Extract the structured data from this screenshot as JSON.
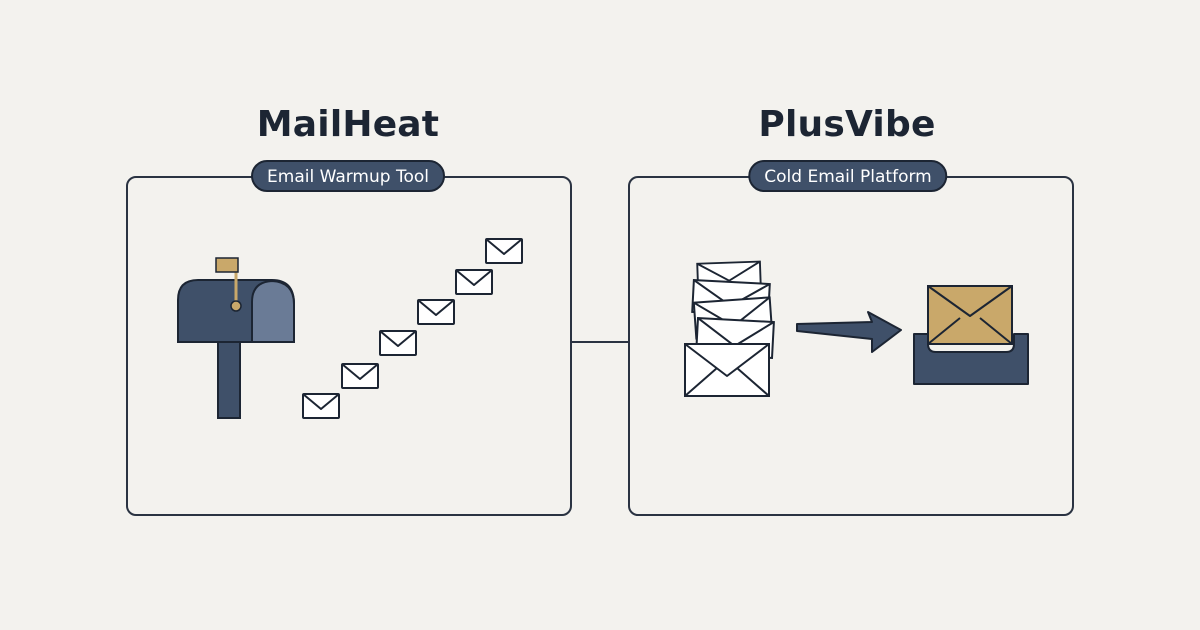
{
  "diagram": {
    "left": {
      "title": "MailHeat",
      "tag": "Email Warmup Tool",
      "icons": [
        "mailbox-icon",
        "envelope-icon"
      ]
    },
    "right": {
      "title": "PlusVibe",
      "tag": "Cold Email Platform",
      "icons": [
        "envelope-stack-icon",
        "arrow-right-icon",
        "inbox-tray-icon"
      ]
    }
  },
  "colors": {
    "background": "#f3f2ee",
    "ink": "#1c2533",
    "navy": "#3f5069",
    "navy_light": "#6a7b96",
    "gold": "#c9a86a"
  }
}
